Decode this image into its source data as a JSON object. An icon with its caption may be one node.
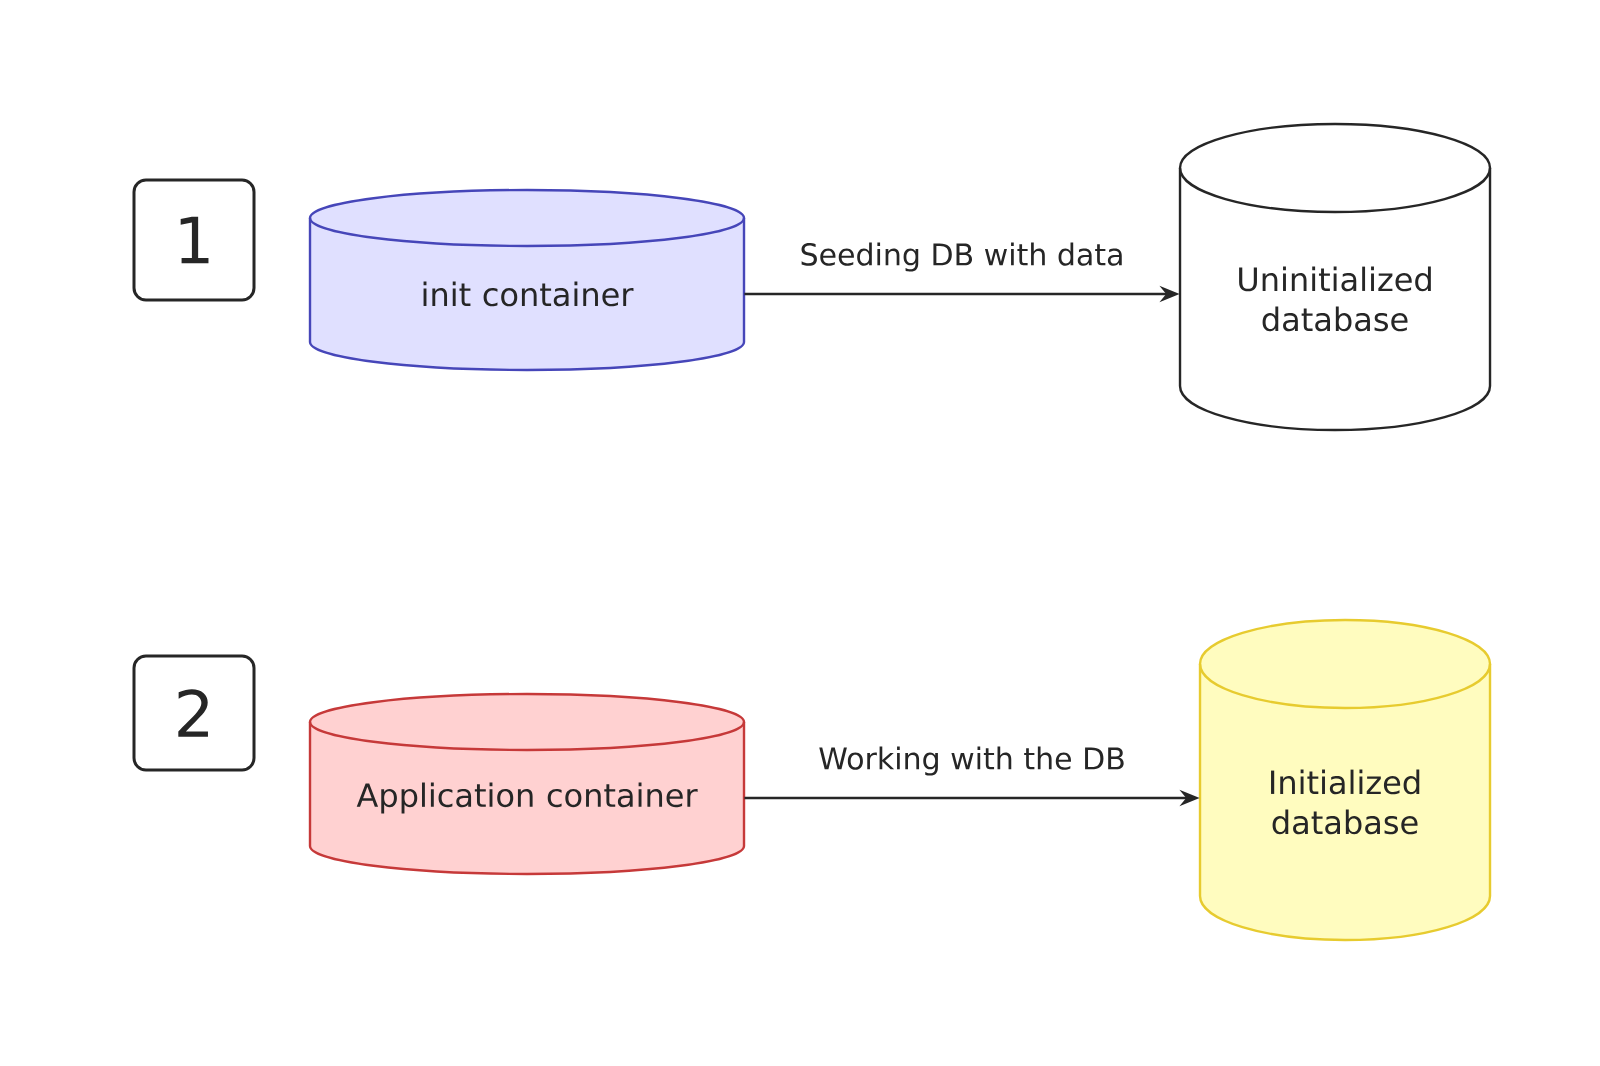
{
  "diagram": {
    "nodes": [
      {
        "text": [
          "1"
        ]
      },
      {
        "text": [
          "init container"
        ]
      },
      {
        "text": [
          "Uninitialized database"
        ]
      },
      {
        "text": [
          "2"
        ]
      },
      {
        "text": [
          "Application container"
        ]
      },
      {
        "text": [
          "Initialized database"
        ]
      }
    ],
    "edges": [
      {
        "from": 1,
        "to": 2,
        "arrow": "to",
        "label": "Seeding DB with data"
      },
      {
        "from": 4,
        "to": 5,
        "arrow": "to",
        "label": "Working with the DB"
      }
    ]
  }
}
